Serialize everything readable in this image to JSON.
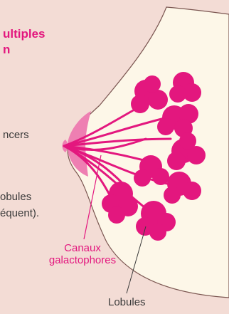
{
  "heading": {
    "line1": "ultiples",
    "line2": "n"
  },
  "body_fragments": {
    "frag1": "ncers",
    "frag2": "obules",
    "frag3": "équent)."
  },
  "labels": {
    "ducts_line1": "Canaux",
    "ducts_line2": "galactophores",
    "lobules": "Lobules"
  },
  "colors": {
    "background": "#f3dcd5",
    "breast_fill": "#fdf7e8",
    "accent": "#e3177e",
    "nipple": "#ee7fb2"
  }
}
